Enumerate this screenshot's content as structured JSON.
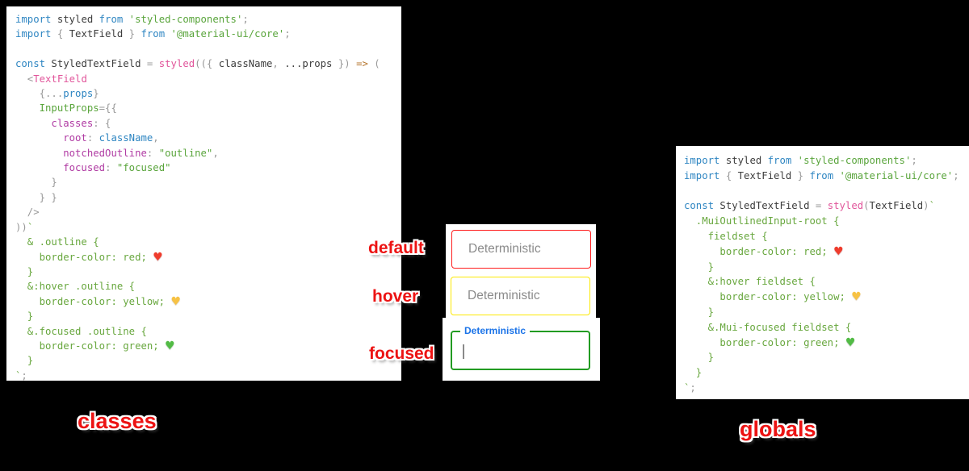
{
  "background_color": "#000000",
  "palette": {
    "keyword_blue": "#2f86c2",
    "plain_text": "#3d3d3d",
    "punctuation_gray": "#999999",
    "function_pink": "#e1569b",
    "object_key_magenta": "#b03ba3",
    "string_green": "#5aa53c",
    "template_css_green": "#68a73e",
    "arrow_orange": "#b5742c",
    "caption_red": "#ec1313",
    "panel_white": "#ffffff"
  },
  "icons": {
    "hr": "red-heart-icon",
    "hy": "yellow-heart-icon",
    "hg": "green-heart-icon"
  },
  "captions": {
    "default": "default",
    "hover": "hover",
    "focused": "focused",
    "left": "classes",
    "right": "globals"
  },
  "fields": [
    {
      "state": "default",
      "placeholder": "Deterministic",
      "border_color": "#ff1c1c"
    },
    {
      "state": "hover",
      "placeholder": "Deterministic",
      "border_color": "#fce903"
    },
    {
      "state": "focused",
      "label": "Deterministic",
      "value": "",
      "border_color": "#229b22",
      "label_color": "#1a73e8",
      "cursor": "text-cursor"
    }
  ],
  "code_left": {
    "title": "classes",
    "lines": [
      [
        [
          "kw",
          "import"
        ],
        [
          "pl",
          " styled "
        ],
        [
          "kw",
          "from"
        ],
        [
          "st",
          " 'styled-components'"
        ],
        [
          "pu",
          ";"
        ]
      ],
      [
        [
          "kw",
          "import"
        ],
        [
          "pu",
          " { "
        ],
        [
          "pl",
          "TextField"
        ],
        [
          "pu",
          " } "
        ],
        [
          "kw",
          "from"
        ],
        [
          "st",
          " '@material-ui/core'"
        ],
        [
          "pu",
          ";"
        ]
      ],
      [],
      [
        [
          "kw",
          "const"
        ],
        [
          "pl",
          " StyledTextField "
        ],
        [
          "pu",
          "= "
        ],
        [
          "pk",
          "styled"
        ],
        [
          "pu",
          "(({ "
        ],
        [
          "pl",
          "className"
        ],
        [
          "pu",
          ", "
        ],
        [
          "pl",
          "...props"
        ],
        [
          "pu",
          " }) "
        ],
        [
          "ar",
          "=>"
        ],
        [
          "pu",
          " ("
        ]
      ],
      [
        [
          "pu",
          "  <"
        ],
        [
          "pk",
          "TextField"
        ]
      ],
      [
        [
          "pu",
          "    {..."
        ],
        [
          "kw",
          "props"
        ],
        [
          "pu",
          "}"
        ]
      ],
      [
        [
          "st",
          "    InputProps"
        ],
        [
          "pu",
          "={{"
        ]
      ],
      [
        [
          "mg",
          "      classes"
        ],
        [
          "pu",
          ": {"
        ]
      ],
      [
        [
          "mg",
          "        root"
        ],
        [
          "pu",
          ": "
        ],
        [
          "kw",
          "className"
        ],
        [
          "pu",
          ","
        ]
      ],
      [
        [
          "mg",
          "        notchedOutline"
        ],
        [
          "pu",
          ": "
        ],
        [
          "st",
          "\"outline\""
        ],
        [
          "pu",
          ","
        ]
      ],
      [
        [
          "mg",
          "        focused"
        ],
        [
          "pu",
          ": "
        ],
        [
          "st",
          "\"focused\""
        ]
      ],
      [
        [
          "pu",
          "      }"
        ]
      ],
      [
        [
          "pu",
          "    } }"
        ]
      ],
      [
        [
          "pu",
          "  />"
        ]
      ],
      [
        [
          "pu",
          "))"
        ],
        [
          "cs",
          "`"
        ]
      ],
      [
        [
          "cs",
          "  & .outline {"
        ]
      ],
      [
        [
          "cs",
          "    border-color: red; "
        ],
        [
          "hr",
          "♥"
        ]
      ],
      [
        [
          "cs",
          "  }"
        ]
      ],
      [
        [
          "cs",
          "  &:hover .outline {"
        ]
      ],
      [
        [
          "cs",
          "    border-color: yellow; "
        ],
        [
          "hy",
          "♥"
        ]
      ],
      [
        [
          "cs",
          "  }"
        ]
      ],
      [
        [
          "cs",
          "  &.focused .outline {"
        ]
      ],
      [
        [
          "cs",
          "    border-color: green; "
        ],
        [
          "hg",
          "♥"
        ]
      ],
      [
        [
          "cs",
          "  }"
        ]
      ],
      [
        [
          "cs",
          "`"
        ],
        [
          "pu",
          ";"
        ]
      ]
    ]
  },
  "code_right": {
    "title": "globals",
    "lines": [
      [
        [
          "kw",
          "import"
        ],
        [
          "pl",
          " styled "
        ],
        [
          "kw",
          "from"
        ],
        [
          "st",
          " 'styled-components'"
        ],
        [
          "pu",
          ";"
        ]
      ],
      [
        [
          "kw",
          "import"
        ],
        [
          "pu",
          " { "
        ],
        [
          "pl",
          "TextField"
        ],
        [
          "pu",
          " } "
        ],
        [
          "kw",
          "from"
        ],
        [
          "st",
          " '@material-ui/core'"
        ],
        [
          "pu",
          ";"
        ]
      ],
      [],
      [
        [
          "kw",
          "const"
        ],
        [
          "pl",
          " StyledTextField "
        ],
        [
          "pu",
          "= "
        ],
        [
          "pk",
          "styled"
        ],
        [
          "pu",
          "("
        ],
        [
          "pl",
          "TextField"
        ],
        [
          "pu",
          ")"
        ],
        [
          "cs",
          "`"
        ]
      ],
      [
        [
          "cs",
          "  .MuiOutlinedInput-root {"
        ]
      ],
      [
        [
          "cs",
          "    fieldset {"
        ]
      ],
      [
        [
          "cs",
          "      border-color: red; "
        ],
        [
          "hr",
          "♥"
        ]
      ],
      [
        [
          "cs",
          "    }"
        ]
      ],
      [
        [
          "cs",
          "    &:hover fieldset {"
        ]
      ],
      [
        [
          "cs",
          "      border-color: yellow; "
        ],
        [
          "hy",
          "♥"
        ]
      ],
      [
        [
          "cs",
          "    }"
        ]
      ],
      [
        [
          "cs",
          "    &.Mui-focused fieldset {"
        ]
      ],
      [
        [
          "cs",
          "      border-color: green; "
        ],
        [
          "hg",
          "♥"
        ]
      ],
      [
        [
          "cs",
          "    }"
        ]
      ],
      [
        [
          "cs",
          "  }"
        ]
      ],
      [
        [
          "cs",
          "`"
        ],
        [
          "pu",
          ";"
        ]
      ]
    ]
  }
}
